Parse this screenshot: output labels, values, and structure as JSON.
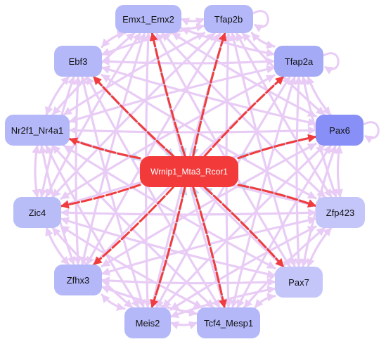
{
  "colors": {
    "background": "#ffffff",
    "edge_default": "#e8ccf5",
    "edge_hub_in": "#c8d2f2",
    "edge_hub_out": "#f03c3c",
    "hub_fill": "#f23a3a",
    "hub_text": "#ffffff",
    "node_text": "#111111"
  },
  "hub": {
    "id": "wrnip1",
    "label": "Wrnip1_Mta3_Rcor1",
    "color": "#f23a3a"
  },
  "nodes": [
    {
      "id": "emx1",
      "label": "Emx1_Emx2",
      "color": "#b4b8f8"
    },
    {
      "id": "tfap2b",
      "label": "Tfap2b",
      "color": "#b4b8f8"
    },
    {
      "id": "ebf3",
      "label": "Ebf3",
      "color": "#b4b8f8"
    },
    {
      "id": "tfap2a",
      "label": "Tfap2a",
      "color": "#a4aaf6"
    },
    {
      "id": "nr2f1",
      "label": "Nr2f1_Nr4a1",
      "color": "#b4b8f8"
    },
    {
      "id": "pax6",
      "label": "Pax6",
      "color": "#8890f8"
    },
    {
      "id": "zic4",
      "label": "Zic4",
      "color": "#b8bdf8"
    },
    {
      "id": "zfp423",
      "label": "Zfp423",
      "color": "#c4c6fa"
    },
    {
      "id": "zfhx3",
      "label": "Zfhx3",
      "color": "#b4b8f8"
    },
    {
      "id": "pax7",
      "label": "Pax7",
      "color": "#c4c6fa"
    },
    {
      "id": "meis2",
      "label": "Meis2",
      "color": "#b4b8f8"
    },
    {
      "id": "tcf4",
      "label": "Tcf4_Mesp1",
      "color": "#b4b8f8"
    }
  ],
  "hub_out_targets": [
    "emx1",
    "tfap2b",
    "ebf3",
    "tfap2a",
    "nr2f1",
    "pax6",
    "zic4",
    "zfp423",
    "zfhx3",
    "pax7",
    "meis2",
    "tcf4"
  ],
  "hub_in_sources": [
    "emx1",
    "tfap2b",
    "ebf3",
    "pax6",
    "zfp423",
    "pax7",
    "meis2",
    "tcf4",
    "nr2f1"
  ],
  "self_loops": [
    "tfap2b",
    "tfap2a",
    "pax6"
  ]
}
